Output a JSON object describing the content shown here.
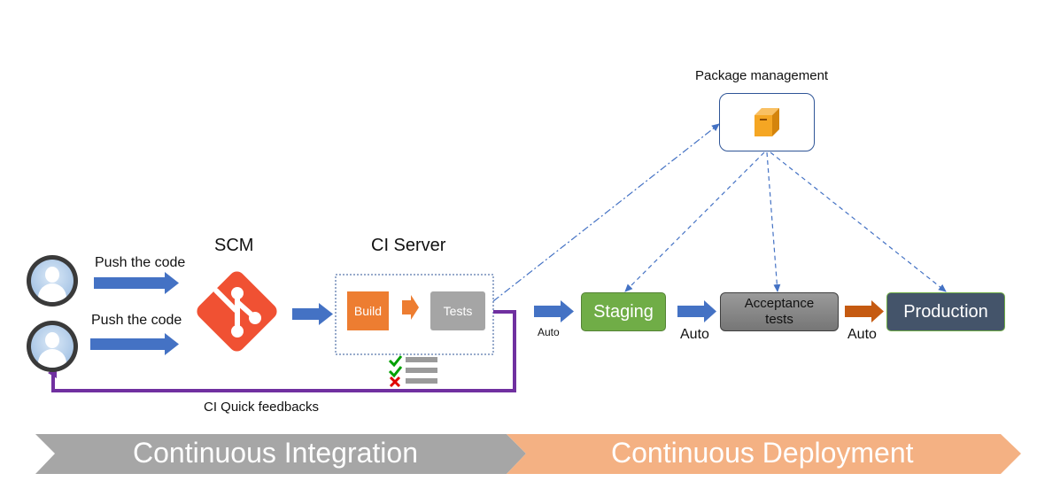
{
  "ci": {
    "user1_push": "Push the code",
    "user2_push": "Push the code",
    "scm_label": "SCM",
    "server_label": "CI Server",
    "build_label": "Build",
    "tests_label": "Tests",
    "feedback_label": "CI Quick feedbacks"
  },
  "cd": {
    "package_label": "Package management",
    "auto1": "Auto",
    "staging_label": "Staging",
    "auto2": "Auto",
    "acceptance_label": "Acceptance tests",
    "auto3": "Auto",
    "production_label": "Production"
  },
  "banner": {
    "ci_title": "Continuous Integration",
    "cd_title": "Continuous Deployment"
  },
  "colors": {
    "arrow_blue": "#4472c4",
    "feedback_purple": "#7030a0",
    "git_orange": "#f05133",
    "build_orange": "#ed7d31",
    "tests_gray": "#a5a5a5",
    "staging_green": "#70ad47",
    "acceptance_gray": "#7f7f7f",
    "production_navy": "#44546a",
    "auto3_arrow": "#c55a11",
    "ci_banner": "#a6a6a6",
    "cd_banner": "#f4b183",
    "box_orange": "#f5a623"
  },
  "icons": [
    "user-icon",
    "git-icon",
    "package-box-icon",
    "check-icon",
    "cross-icon",
    "list-line-icon"
  ]
}
